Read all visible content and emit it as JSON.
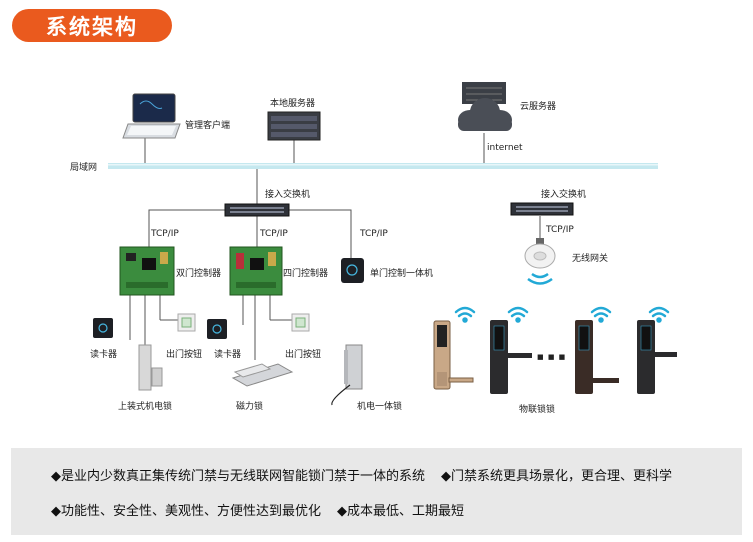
{
  "title": "系统架构",
  "labels": {
    "lan": "局域网",
    "client": "管理客户端",
    "local_server": "本地服务器",
    "cloud_server": "云服务器",
    "internet": "internet",
    "switch1": "接入交换机",
    "switch2": "接入交换机",
    "tcp1": "TCP/IP",
    "tcp2": "TCP/IP",
    "tcp3": "TCP/IP",
    "tcp4": "TCP/IP",
    "dual_ctrl": "双门控制器",
    "quad_ctrl": "四门控制器",
    "single_ctrl": "单门控制一体机",
    "wifi_gateway": "无线网关",
    "reader1": "读卡器",
    "exit_btn1": "出门按钮",
    "surface_lock": "上装式机电锁",
    "reader2": "读卡器",
    "exit_btn2": "出门按钮",
    "mag_lock": "磁力锁",
    "mech_lock": "机电一体锁",
    "iot_lock": "物联锁锁",
    "dots": "■ ■ ■"
  },
  "features": {
    "line1": [
      "◆是业内少数真正集传统门禁与无线联网智能锁门禁于一体的系统",
      "◆门禁系统更具场景化，更合理、更科学"
    ],
    "line2": [
      "◆功能性、安全性、美观性、方便性达到最优化",
      "◆成本最低、工期最短"
    ]
  },
  "colors": {
    "accent": "#ea5a1e",
    "lan_line": "#bfe6ee",
    "wifi": "#22a9d6",
    "board": "#3a8a3a"
  }
}
